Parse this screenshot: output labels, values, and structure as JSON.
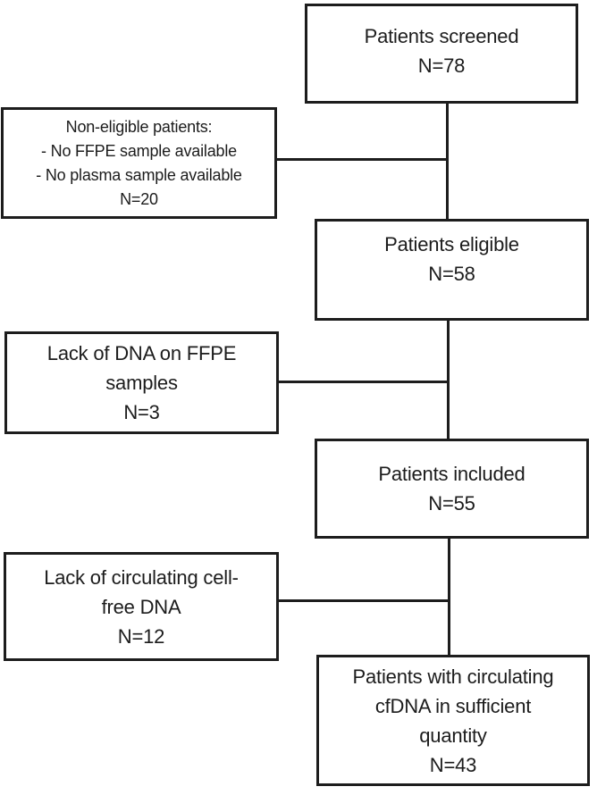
{
  "diagram": {
    "type": "flowchart",
    "background_color": "#ffffff",
    "line_color": "#1d1d1d",
    "boxes": {
      "screened": {
        "lines": [
          "Patients screened",
          "N=78"
        ]
      },
      "non_eligible": {
        "lines": [
          "Non-eligible patients:",
          "- No FFPE sample available",
          "- No plasma sample available",
          "N=20"
        ]
      },
      "eligible": {
        "lines": [
          "Patients eligible",
          "N=58"
        ]
      },
      "lack_ffpe_dna": {
        "lines": [
          "Lack of DNA on FFPE",
          "samples",
          "N=3"
        ]
      },
      "included": {
        "lines": [
          "Patients included",
          "N=55"
        ]
      },
      "lack_cfdna": {
        "lines": [
          "Lack of circulating cell-",
          "free DNA",
          "N=12"
        ]
      },
      "sufficient_cfdna": {
        "lines": [
          "Patients with circulating",
          "cfDNA in sufficient",
          "quantity",
          "N=43"
        ]
      }
    },
    "edges": [
      {
        "from": "screened",
        "to": "eligible"
      },
      {
        "from": "screened",
        "to": "non_eligible"
      },
      {
        "from": "eligible",
        "to": "included"
      },
      {
        "from": "eligible",
        "to": "lack_ffpe_dna"
      },
      {
        "from": "included",
        "to": "sufficient_cfdna"
      },
      {
        "from": "included",
        "to": "lack_cfdna"
      }
    ]
  }
}
